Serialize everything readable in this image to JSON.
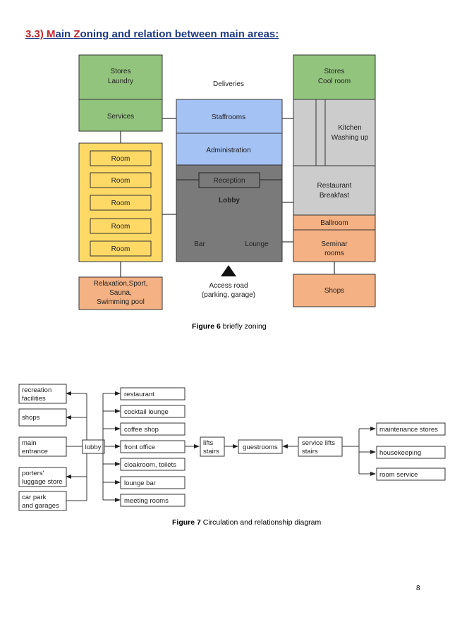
{
  "heading": {
    "number": "3.3) ",
    "letter_m": "M",
    "part1": "ain ",
    "letter_z": "Z",
    "part2": "oning and relation between main areas:"
  },
  "figure6": {
    "caption_label": "Figure 6",
    "caption_text": " briefly zoning",
    "stores_laundry": [
      "Stores",
      "Laundry"
    ],
    "services": "Services",
    "deliveries": "Deliveries",
    "staffrooms": "Staffrooms",
    "administration": "Administration",
    "reception": "Reception",
    "lobby": "Lobby",
    "bar": "Bar",
    "lounge": "Lounge",
    "rooms": [
      "Room",
      "Room",
      "Room",
      "Room",
      "Room"
    ],
    "relaxation": [
      "Relaxation,Sport,",
      "Sauna,",
      "Swimming pool"
    ],
    "access_road": [
      "Access road",
      "(parking, garage)"
    ],
    "stores_cool": [
      "Stores",
      "Cool room"
    ],
    "kitchen": [
      "Kitchen",
      "Washing up"
    ],
    "restaurant": [
      "Restaurant",
      "Breakfast"
    ],
    "ballroom": "Ballroom",
    "seminar": [
      "Seminar",
      "rooms"
    ],
    "shops": "Shops",
    "colors": {
      "green": "#93c47d",
      "blue": "#a4c2f4",
      "yellow": "#ffd966",
      "salmon": "#f4b183",
      "gray_light": "#cccccc",
      "gray_dark": "#7a7a7a"
    }
  },
  "figure7": {
    "caption_label": "Figure 7",
    "caption_text": " Circulation and relationship diagram",
    "left_boxes": [
      [
        "recreation",
        "facilities"
      ],
      [
        "shops"
      ],
      [
        "main",
        "entrance"
      ],
      [
        "porters'",
        "luggage store"
      ],
      [
        "car park",
        "and garages"
      ]
    ],
    "lobby": "lobby",
    "middle_boxes": [
      "restaurant",
      "cocktail lounge",
      "coffee shop",
      "front office",
      "cloakroom, toilets",
      "lounge bar",
      "meeting rooms"
    ],
    "lifts": [
      "lifts",
      "stairs"
    ],
    "guestrooms": "guestrooms",
    "service_lifts": [
      "service lifts",
      "stairs"
    ],
    "right_boxes": [
      "maintenance stores",
      "housekeeping",
      "room service"
    ]
  },
  "page_number": "8"
}
